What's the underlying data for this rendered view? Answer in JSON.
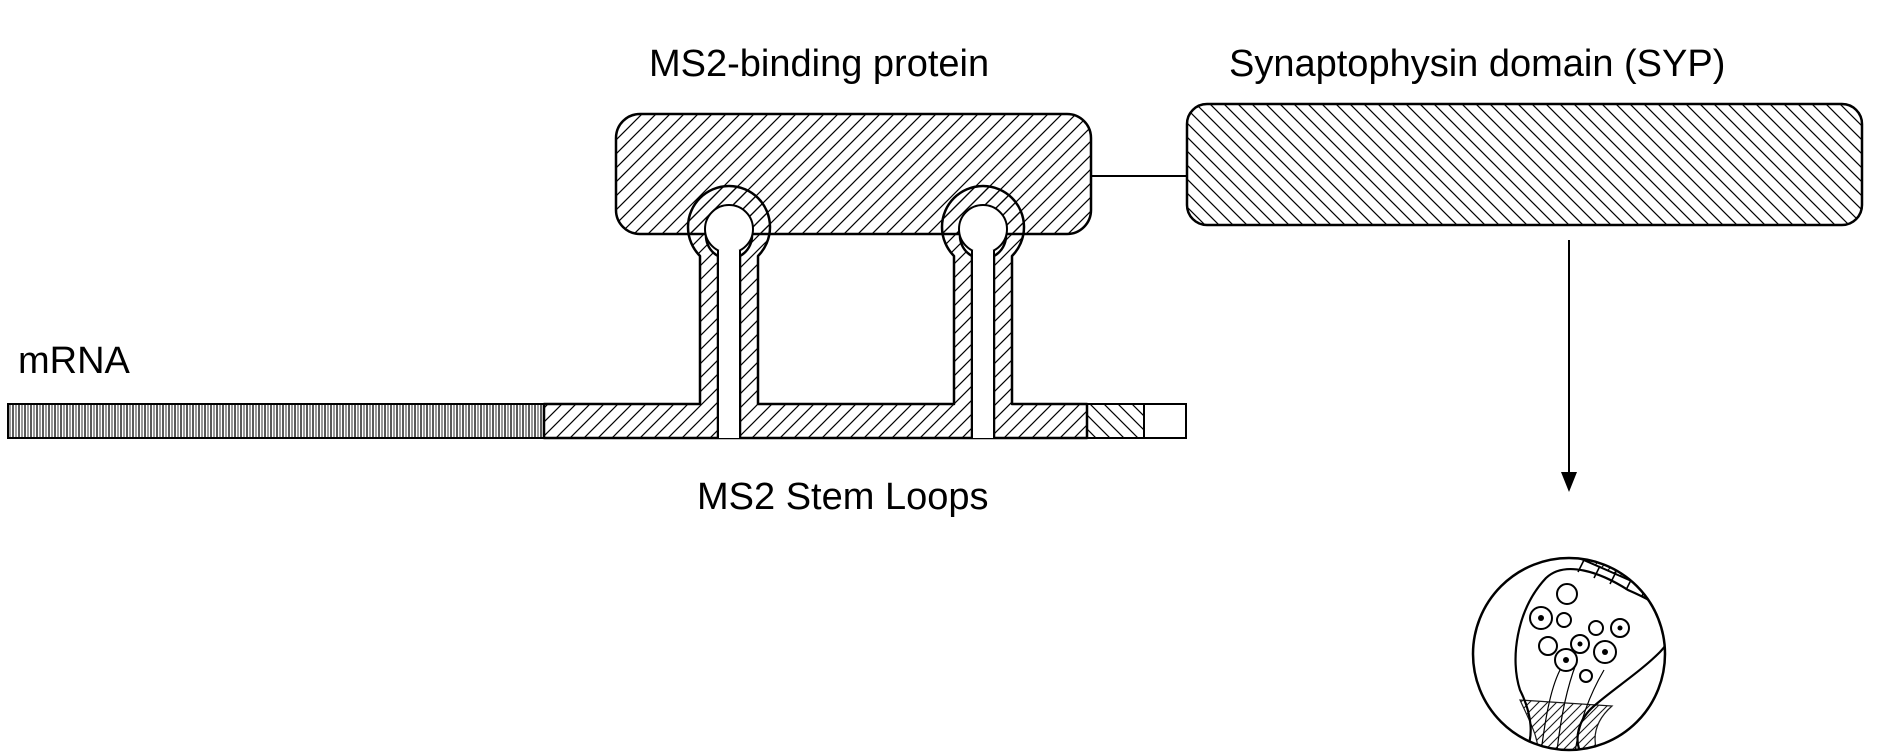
{
  "labels": {
    "binding_protein": "MS2-binding protein",
    "syp_domain": "Synaptophysin domain (SYP)",
    "mrna": "mRNA",
    "stem_loops": "MS2 Stem Loops"
  }
}
